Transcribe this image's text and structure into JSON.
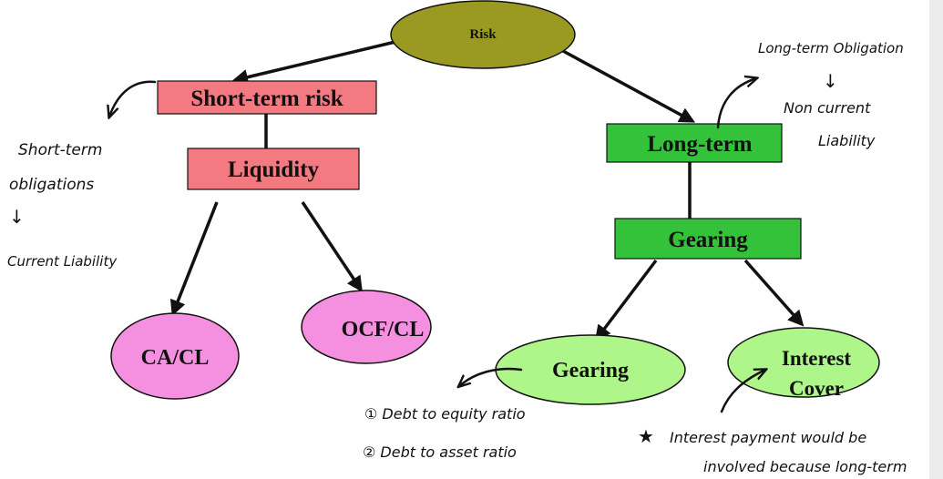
{
  "colors": {
    "risk_fill": "#9a9a22",
    "short_fill": "#f47a82",
    "long_fill": "#33c23a",
    "pink_fill": "#f58fe0",
    "lightgreen_fill": "#aef58a",
    "edge": "#111111"
  },
  "nodes": {
    "risk": "Risk",
    "short_term": "Short-term risk",
    "liquidity": "Liquidity",
    "ca_cl": "CA/CL",
    "ocf_cl": "OCF/CL",
    "long_term": "Long-term",
    "gearing_box": "Gearing",
    "gearing_oval": "Gearing",
    "interest_cover_1": "Interest",
    "interest_cover_2": "Cover"
  },
  "notes": {
    "short_1": "Short-term",
    "short_2": "obligations",
    "short_arrow": "↓",
    "short_3": "Current Liability",
    "long_1": "Long-term Obligation",
    "long_arrow": "↓",
    "long_2": "Non current",
    "long_3": "Liability",
    "gearing_1": "① Debt to equity ratio",
    "gearing_2": "② Debt to asset ratio",
    "interest_star": "★",
    "interest_1": "Interest payment would be",
    "interest_2": "involved because long-term"
  }
}
